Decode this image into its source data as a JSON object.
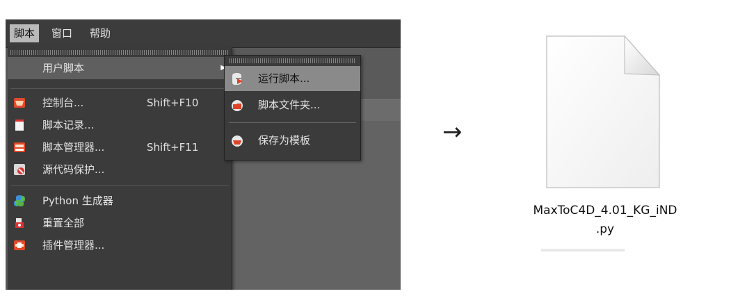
{
  "menubar": {
    "items": [
      {
        "label": "脚本",
        "active": true
      },
      {
        "label": "窗口",
        "active": false
      },
      {
        "label": "帮助",
        "active": false
      }
    ]
  },
  "script_menu": {
    "user_scripts": "用户脚本",
    "items": [
      {
        "label": "控制台...",
        "shortcut": "Shift+F10",
        "icon": "console-icon"
      },
      {
        "label": "脚本记录...",
        "shortcut": "",
        "icon": "script-log-icon"
      },
      {
        "label": "脚本管理器...",
        "shortcut": "Shift+F11",
        "icon": "script-manager-icon"
      },
      {
        "label": "源代码保护...",
        "shortcut": "",
        "icon": "source-protect-icon"
      },
      {
        "label": "Python 生成器",
        "shortcut": "",
        "icon": "python-generator-icon"
      },
      {
        "label": "重置全部",
        "shortcut": "",
        "icon": "reset-all-icon"
      },
      {
        "label": "插件管理器...",
        "shortcut": "",
        "icon": "plugin-manager-icon"
      }
    ]
  },
  "submenu": {
    "items": [
      {
        "label": "运行脚本...",
        "icon": "run-script-icon"
      },
      {
        "label": "脚本文件夹...",
        "icon": "script-folder-icon"
      },
      {
        "label": "保存为模板",
        "icon": "save-template-icon"
      }
    ]
  },
  "arrow": "→",
  "file": {
    "name_line1": "MaxToC4D_4.01_KG_iND",
    "name_line2": ".py",
    "icon": "blank-file-icon"
  },
  "colors": {
    "menu_bg": "#3b3b3b",
    "highlight": "#5f5f5f",
    "sub_highlight": "#8a8a8a",
    "menubar_active": "#b9b9b9"
  }
}
